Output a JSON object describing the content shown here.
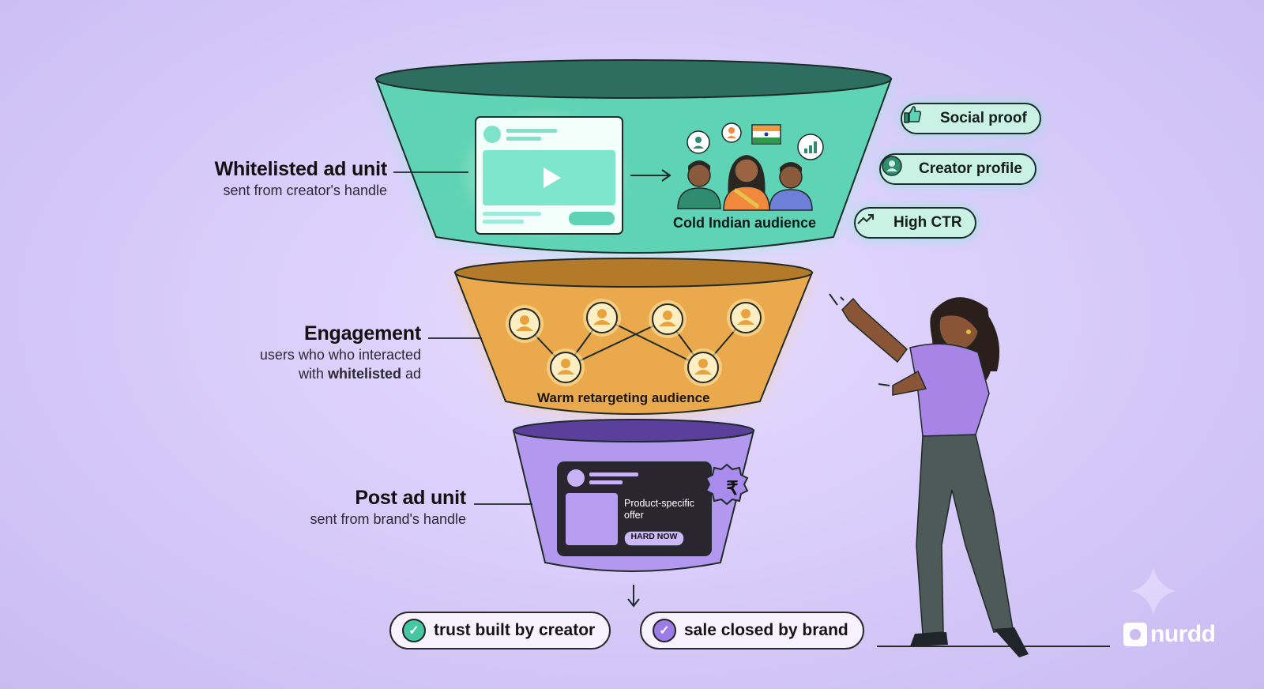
{
  "funnel": {
    "top": {
      "title": "Whitelisted ad unit",
      "subtitle": "sent from creator's handle",
      "audience_label": "Cold Indian audience",
      "color": "#5fd3b6"
    },
    "middle": {
      "title": "Engagement",
      "subtitle_line1": "users who who interacted",
      "subtitle_line2_prefix": "with ",
      "subtitle_line2_bold": "whitelisted",
      "subtitle_line2_suffix": " ad",
      "audience_label": "Warm retargeting audience",
      "color": "#eba94e"
    },
    "bottom": {
      "title": "Post ad unit",
      "subtitle": "sent from brand's handle",
      "offer_text_line1": "Product-specific",
      "offer_text_line2": "offer",
      "offer_button": "HARD NOW",
      "currency_symbol": "₹",
      "color": "#b398ef"
    }
  },
  "benefits": [
    {
      "label": "Social proof",
      "icon": "thumbs-up-icon"
    },
    {
      "label": "Creator profile",
      "icon": "user-circle-icon"
    },
    {
      "label": "High CTR",
      "icon": "trending-up-icon"
    }
  ],
  "outcomes": [
    {
      "label": "trust built by creator",
      "icon": "check-circle-icon",
      "color": "#45c7a4"
    },
    {
      "label": "sale closed by brand",
      "icon": "check-circle-icon",
      "color": "#9b7ce6"
    }
  ],
  "brand": {
    "name": "nurdd"
  }
}
